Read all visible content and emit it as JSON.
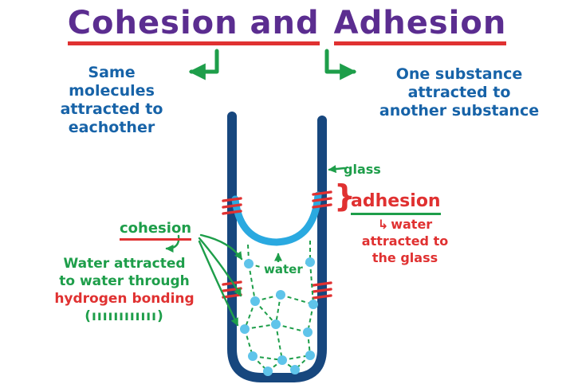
{
  "title": {
    "part1": "Cohesion and",
    "part2": "Adhesion"
  },
  "left_note": {
    "lines": [
      "Same",
      "molecules",
      "attracted to",
      "eachother"
    ]
  },
  "right_note": {
    "lines": [
      "One substance",
      "attracted to",
      "another substance"
    ]
  },
  "glass_label": "glass",
  "adhesion": {
    "brace": "}",
    "label": "adhesion",
    "arrow": "↳",
    "note_lines": [
      "water",
      "attracted to",
      "the glass"
    ]
  },
  "cohesion": {
    "label": "cohesion",
    "note_green_lines": [
      "Water attracted",
      "to water through"
    ],
    "note_red_line": "hydrogen bonding",
    "note_marks": "(ıııııııııııı)"
  },
  "water_label": "water",
  "colors": {
    "title_purple": "#5b2d90",
    "definition_blue": "#1763a8",
    "annotation_green": "#1e9e4a",
    "annotation_red": "#e03131",
    "tube_navy": "#17477e",
    "water_blue": "#2aa9e0",
    "molecule_dot_blue": "#5fc4ea"
  }
}
